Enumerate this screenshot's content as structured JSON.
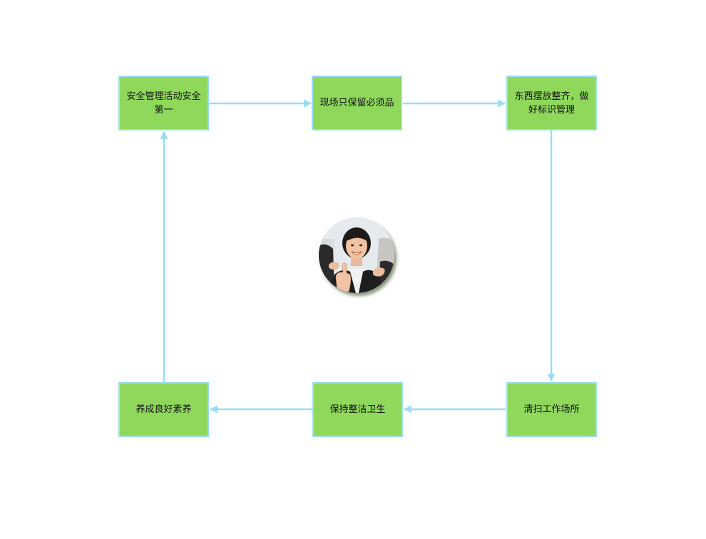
{
  "diagram": {
    "nodes": [
      {
        "id": "safety",
        "text": "安全管理活动安全第一"
      },
      {
        "id": "keep",
        "text": "现场只保留必须品"
      },
      {
        "id": "arrange",
        "text": "东西摆放整齐，做好标识管理"
      },
      {
        "id": "clean",
        "text": "清扫工作场所"
      },
      {
        "id": "hygiene",
        "text": "保持整洁卫生"
      },
      {
        "id": "habit",
        "text": "养成良好素养"
      }
    ],
    "edges": [
      {
        "from": "safety",
        "to": "keep"
      },
      {
        "from": "keep",
        "to": "arrange"
      },
      {
        "from": "arrange",
        "to": "clean"
      },
      {
        "from": "clean",
        "to": "hygiene"
      },
      {
        "from": "hygiene",
        "to": "habit"
      },
      {
        "from": "habit",
        "to": "safety"
      }
    ],
    "center_image": "person-photo"
  },
  "colors": {
    "node_fill": "#8fd85c",
    "node_border": "#9ddcf0",
    "connector": "#9ddcf0",
    "text": "#111111"
  }
}
